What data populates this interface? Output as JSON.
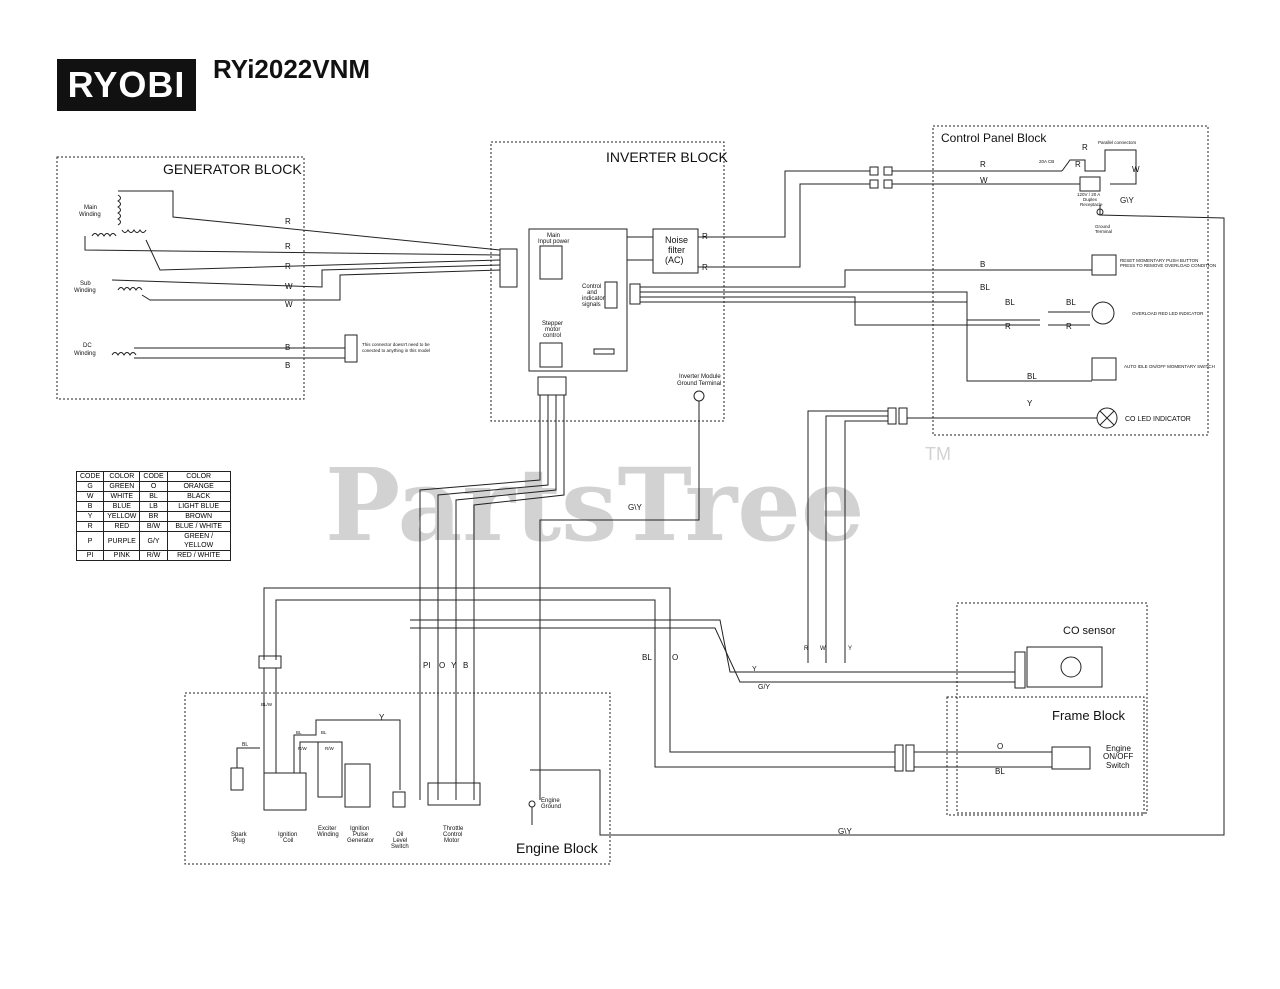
{
  "header": {
    "brand": "RYOBI",
    "model": "RYi2022VNM"
  },
  "watermark": {
    "text": "PartsTree",
    "tm": "TM"
  },
  "blocks": {
    "generator": {
      "title": "GENERATOR BLOCK",
      "main_winding": [
        "Main",
        "Winding"
      ],
      "sub_winding": [
        "Sub",
        "Winding"
      ],
      "dc_winding": [
        "DC",
        "Winding"
      ],
      "wires": [
        "R",
        "R",
        "R",
        "W",
        "W",
        "B",
        "B"
      ],
      "dc_note": [
        "This connector doesn't need to be",
        "conected to anything in this model"
      ]
    },
    "inverter": {
      "title": "INVERTER BLOCK",
      "main_input": [
        "Main",
        "Input power"
      ],
      "noise_filter": [
        "Noise",
        "filter",
        "(AC)"
      ],
      "control_signals": [
        "Control",
        "and",
        "indicator",
        "signals"
      ],
      "stepper": [
        "Stepper",
        "motor",
        "control"
      ],
      "ground_terminal": [
        "Inverter Module",
        "Ground Terminal"
      ],
      "out_wires": [
        "R",
        "R"
      ]
    },
    "control_panel": {
      "title": "Control Panel Block",
      "parallel": "Parallel connectors",
      "breaker": "20A CB",
      "receptacle": [
        "120V / 20 A",
        "Duplex",
        "Receptacle"
      ],
      "ground_terminal": [
        "Ground",
        "Terminal"
      ],
      "reset_button": [
        "RESET MOMENTARY PUSH BUTTON",
        "PRESS TO REMOVE OVERLOAD CONDITION"
      ],
      "overload_led": "OVERLOAD RED LED INDICATOR",
      "auto_idle": "AUTO IDLE ON/OFF MOMENTARY SWITCH",
      "co_led": "CO LED INDICATOR",
      "wires": {
        "r1": "R",
        "w1": "W",
        "r2": "R",
        "w2": "W",
        "r3": "R",
        "gy": "G\\Y",
        "b": "B",
        "bl1": "BL",
        "bl2": "BL",
        "bl3": "BL",
        "r4": "R",
        "r5": "R",
        "bl4": "BL",
        "y": "Y"
      }
    },
    "co_sensor": {
      "title": "CO sensor",
      "wires": [
        "R",
        "W",
        "Y"
      ]
    },
    "frame": {
      "title": "Frame Block",
      "engine_switch": [
        "Engine",
        "ON/OFF",
        "Switch"
      ],
      "wires": [
        "O",
        "BL"
      ]
    },
    "engine": {
      "title": "Engine Block",
      "spark_plug": [
        "Spark",
        "Plug"
      ],
      "ignition_coil": [
        "Ignition",
        "Coil"
      ],
      "exciter": [
        "Exciter",
        "Winding"
      ],
      "pulse_gen": [
        "Ignition",
        "Pulse",
        "Generator"
      ],
      "oil_switch": [
        "Oil",
        "Level",
        "Switch"
      ],
      "throttle": [
        "Throttle",
        "Control",
        "Motor"
      ],
      "engine_ground": [
        "Engine",
        "Ground"
      ],
      "wires": {
        "bl": "BL",
        "blw": "BL/W",
        "bl_a": "BL",
        "bl_b": "BL",
        "rw1": "R/W",
        "rw2": "R/W",
        "y": "Y",
        "pi": "PI",
        "o": "O",
        "yy": "Y",
        "b": "B",
        "bl_bus": "BL",
        "o_bus": "O",
        "gy_top": "G\\Y",
        "y_bus": "Y",
        "gy_bus": "G/Y",
        "gy_bottom": "G\\Y"
      }
    }
  },
  "legend": {
    "headers": [
      "CODE",
      "COLOR",
      "CODE",
      "COLOR"
    ],
    "rows": [
      [
        "G",
        "GREEN",
        "O",
        "ORANGE"
      ],
      [
        "W",
        "WHITE",
        "BL",
        "BLACK"
      ],
      [
        "B",
        "BLUE",
        "LB",
        "LIGHT BLUE"
      ],
      [
        "Y",
        "YELLOW",
        "BR",
        "BROWN"
      ],
      [
        "R",
        "RED",
        "B/W",
        "BLUE / WHITE"
      ],
      [
        "P",
        "PURPLE",
        "G/Y",
        "GREEN / YELLOW"
      ],
      [
        "PI",
        "PINK",
        "R/W",
        "RED / WHITE"
      ]
    ]
  }
}
